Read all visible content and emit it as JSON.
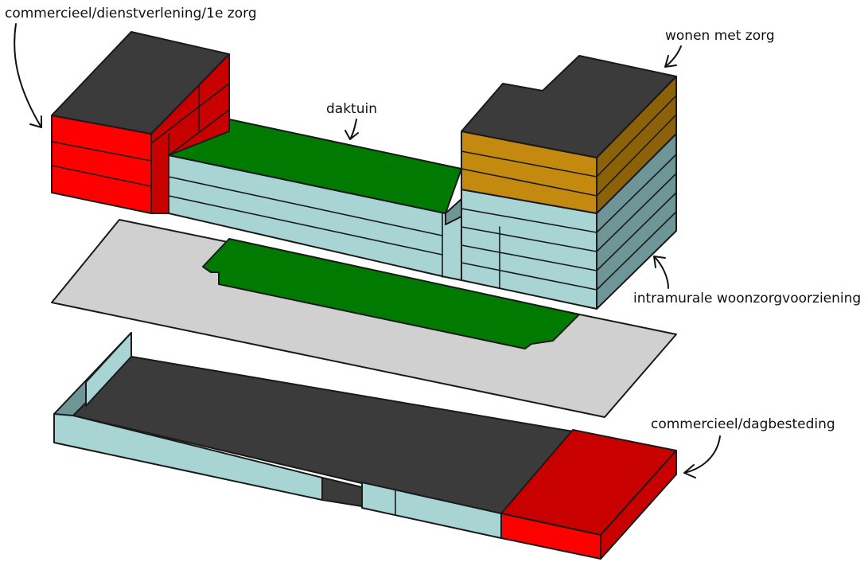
{
  "labels": {
    "commercial_top": "commercieel/dienstverlening/1e zorg",
    "wonen": "wonen met zorg",
    "daktuin": "daktuin",
    "intramurale": "intramurale woonzorgvoorziening",
    "commercial_bottom": "commercieel/dagbesteding"
  },
  "colors": {
    "roof_dark": "#3b3b3b",
    "red": "#ff0000",
    "red_dark": "#c80000",
    "green": "#007a00",
    "blue_light": "#a8d4d4",
    "blue_dark": "#6e9696",
    "orange": "#c48a10",
    "orange_dark": "#8c6208",
    "slab_grey": "#d0d0d0"
  }
}
